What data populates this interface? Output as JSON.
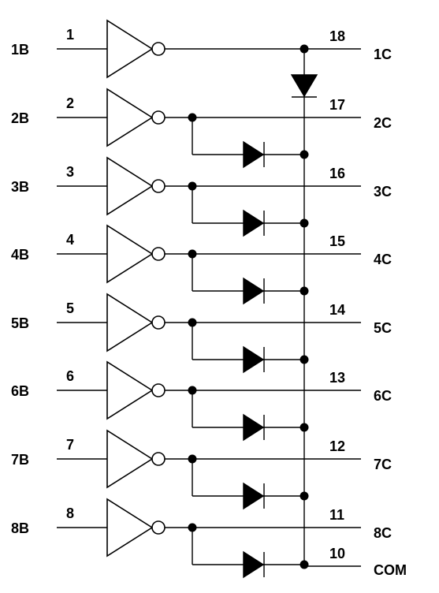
{
  "channels": [
    {
      "input_label": "1B",
      "input_pin": "1",
      "output_label": "1C",
      "output_pin": "18"
    },
    {
      "input_label": "2B",
      "input_pin": "2",
      "output_label": "2C",
      "output_pin": "17"
    },
    {
      "input_label": "3B",
      "input_pin": "3",
      "output_label": "3C",
      "output_pin": "16"
    },
    {
      "input_label": "4B",
      "input_pin": "4",
      "output_label": "4C",
      "output_pin": "15"
    },
    {
      "input_label": "5B",
      "input_pin": "5",
      "output_label": "5C",
      "output_pin": "14"
    },
    {
      "input_label": "6B",
      "input_pin": "6",
      "output_label": "6C",
      "output_pin": "13"
    },
    {
      "input_label": "7B",
      "input_pin": "7",
      "output_label": "7C",
      "output_pin": "12"
    },
    {
      "input_label": "8B",
      "input_pin": "8",
      "output_label": "8C",
      "output_pin": "11"
    }
  ],
  "common": {
    "label": "COM",
    "pin": "10"
  }
}
